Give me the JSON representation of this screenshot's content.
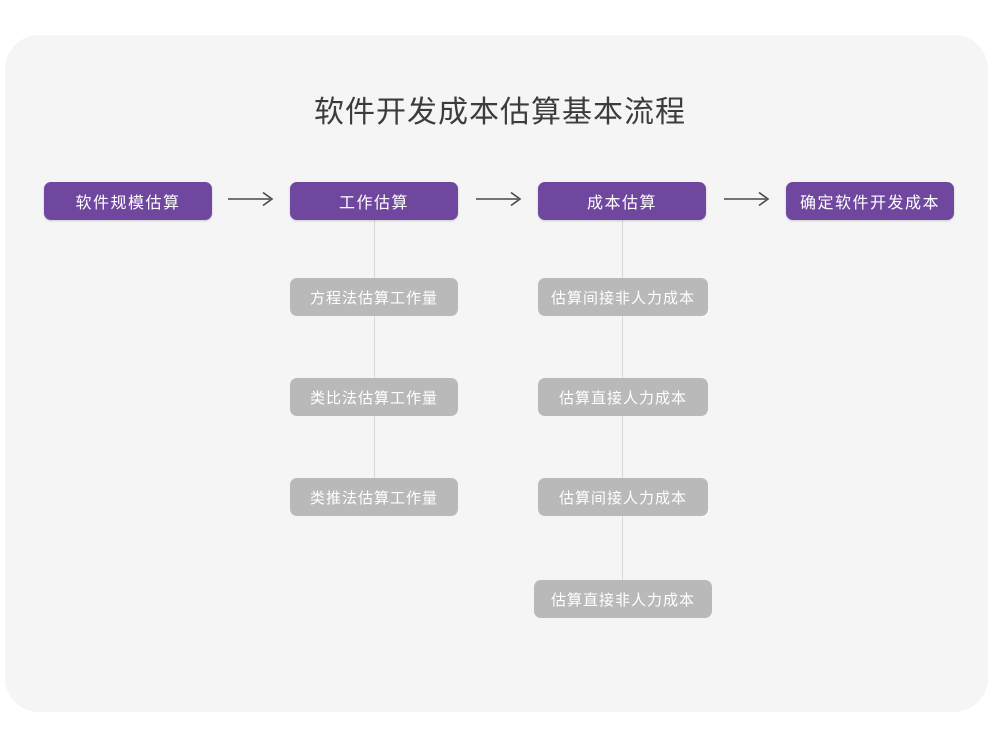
{
  "title": "软件开发成本估算基本流程",
  "theme": {
    "page_background": "#ffffff",
    "card_background": "#f5f5f5",
    "primary_color": "#70479e",
    "secondary_color": "#b9b9b9",
    "title_color": "#3c3c3c",
    "connector_color": "#d9d9d9",
    "arrow_color": "#4a4a4a"
  },
  "flow": {
    "main_steps": [
      {
        "label": "软件规模估算"
      },
      {
        "label": "工作估算"
      },
      {
        "label": "成本估算"
      },
      {
        "label": "确定软件开发成本"
      }
    ],
    "arrows": [
      {
        "name": "arrow-1",
        "from": "软件规模估算",
        "to": "工作估算",
        "glyph": "→"
      },
      {
        "name": "arrow-2",
        "from": "工作估算",
        "to": "成本估算",
        "glyph": "→"
      },
      {
        "name": "arrow-3",
        "from": "成本估算",
        "to": "确定软件开发成本",
        "glyph": "→"
      }
    ],
    "branches": [
      {
        "parent": "工作估算",
        "items": [
          {
            "label": "方程法估算工作量"
          },
          {
            "label": "类比法估算工作量"
          },
          {
            "label": "类推法估算工作量"
          }
        ]
      },
      {
        "parent": "成本估算",
        "items": [
          {
            "label": "估算间接非人力成本"
          },
          {
            "label": "估算直接人力成本"
          },
          {
            "label": "估算间接人力成本"
          },
          {
            "label": "估算直接非人力成本"
          }
        ]
      }
    ]
  }
}
